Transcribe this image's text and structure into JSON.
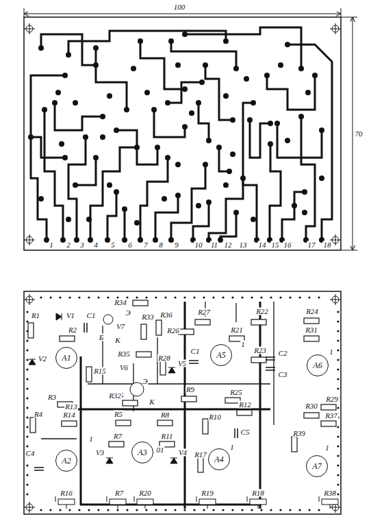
{
  "diagram": {
    "nodes": [
      {
        "text": [
          "A1"
        ]
      },
      {
        "text": [
          "A5"
        ]
      },
      {
        "text": [
          "A6"
        ]
      },
      {
        "text": [
          "A2"
        ]
      },
      {
        "text": [
          "A3"
        ]
      },
      {
        "text": [
          "A4"
        ]
      },
      {
        "text": [
          "A7"
        ]
      }
    ],
    "labels": [
      "100",
      "70",
      "1",
      "2",
      "3",
      "4",
      "5",
      "6",
      "7",
      "8",
      "9",
      "10",
      "11",
      "12",
      "13",
      "14",
      "15",
      "16",
      "17",
      "18",
      "R1",
      "V1",
      "C1",
      "R34",
      "V7",
      "Э",
      "R33",
      "R36",
      "R27",
      "R22",
      "R24",
      "R2",
      "К",
      "Б",
      "R26",
      "R21",
      "R31",
      "1",
      "V2",
      "R35",
      "R28",
      "C1",
      "V5",
      "V6",
      "1",
      "R23",
      "C2",
      "C3",
      "1",
      "R15",
      "Б",
      "Э",
      "К",
      "R32",
      "R9",
      "R25",
      "R3",
      "R13",
      "R12",
      "R30",
      "R29",
      "R4",
      "R14",
      "R5",
      "R8",
      "R10",
      "R37",
      "1",
      "R7",
      "R11",
      "C5",
      "R39",
      "C4",
      "V3",
      "01",
      "V4",
      "R17",
      "1",
      "1",
      "R16",
      "R7",
      "R20",
      "R19",
      "R18",
      "R38"
    ]
  }
}
